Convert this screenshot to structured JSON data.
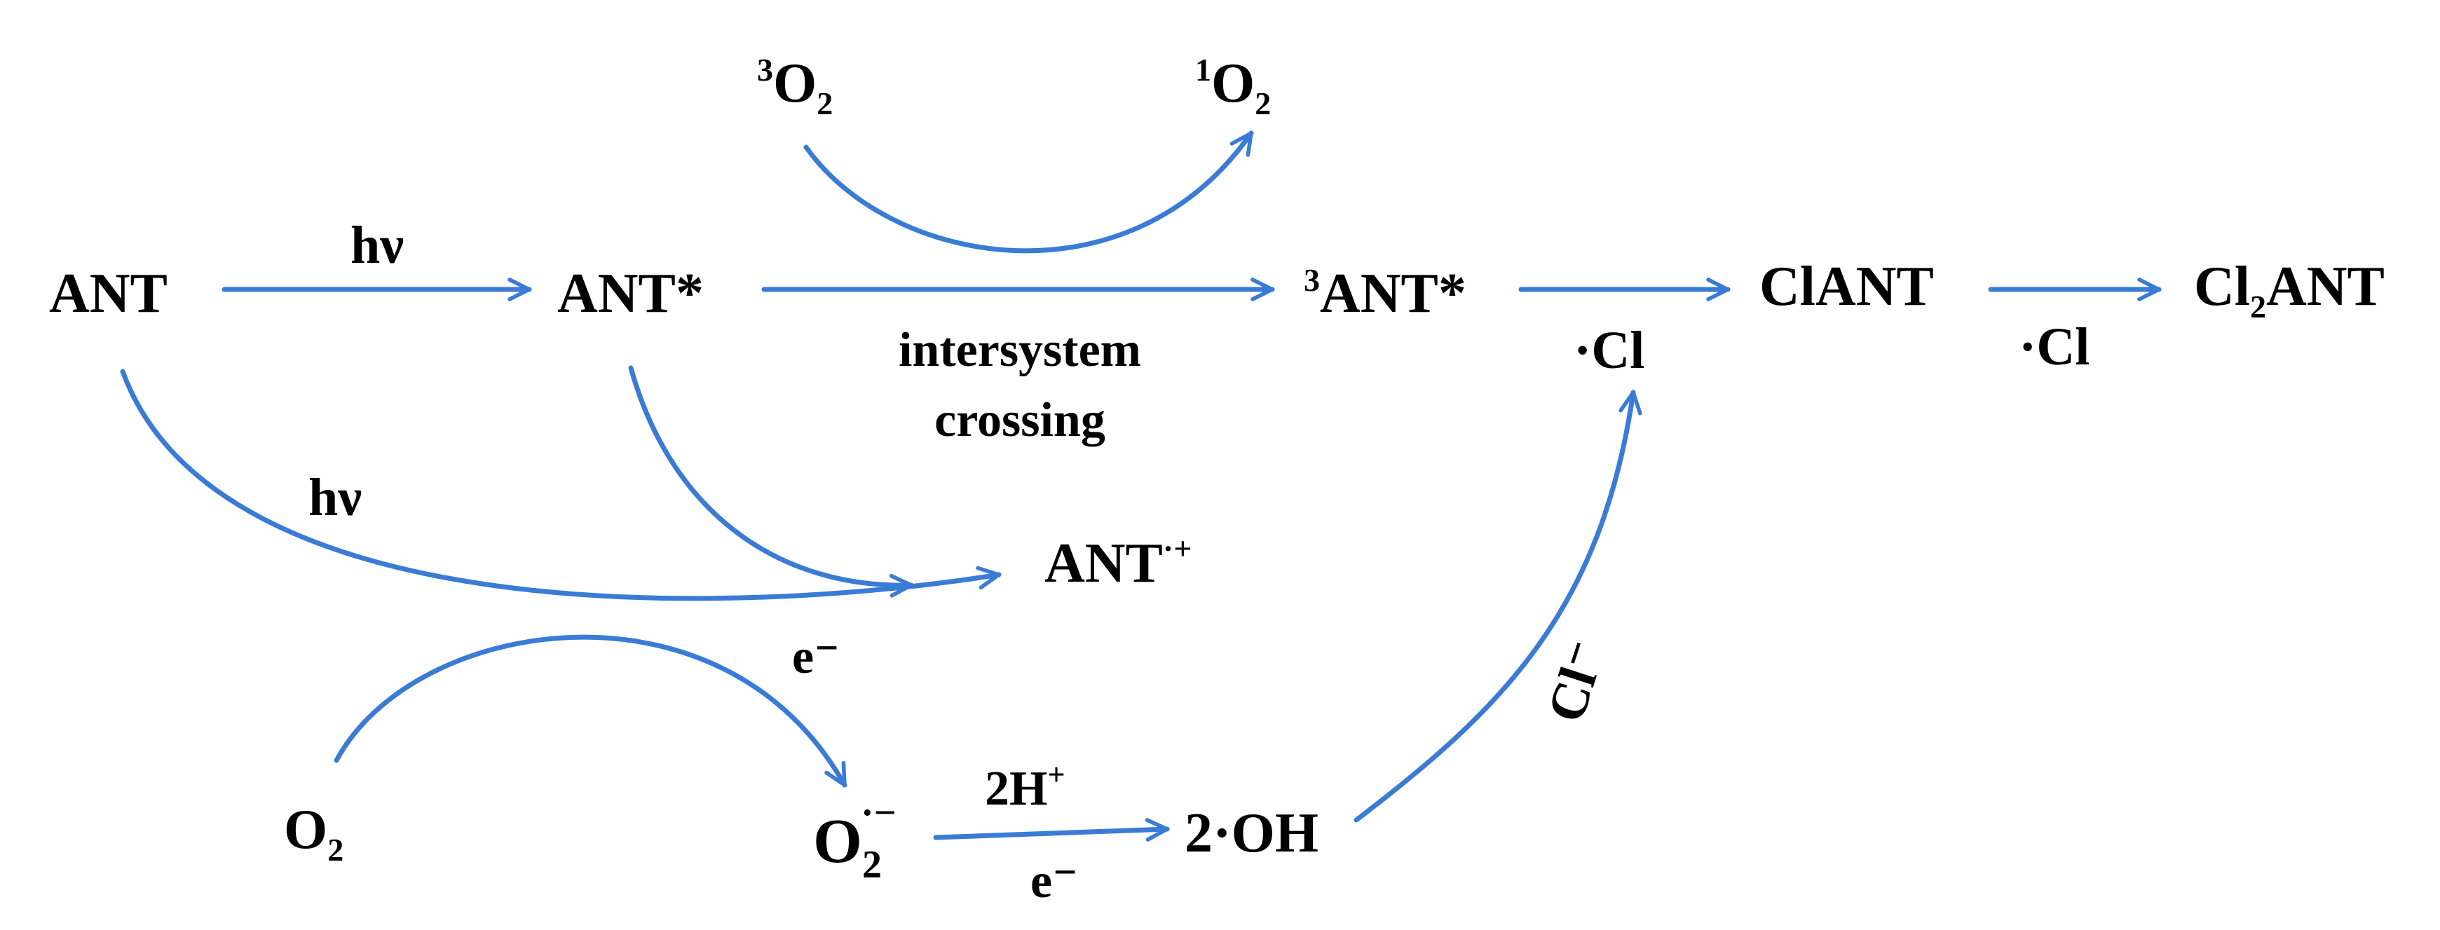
{
  "diagram": {
    "arrow_color": "#3A7BD5",
    "text_color": "#000000",
    "species": {
      "ant": "ANT",
      "ant_star": "ANT*",
      "triplet_sup": "3",
      "triplet_base": "ANT*",
      "clant": "ClANT",
      "cl2_pre": "Cl",
      "cl2_sub": "2",
      "cl2_post": "ANT",
      "o2_triplet_sup": "3",
      "o2_triplet_base": "O",
      "o2_triplet_sub": "2",
      "o2_singlet_sup": "1",
      "o2_singlet_base": "O",
      "o2_singlet_sub": "2",
      "cation_base": "ANT",
      "cation_sup": "·+",
      "o2_base": "O",
      "o2_sub": "2",
      "superoxide_base": "O",
      "superoxide_sub": "2",
      "superoxide_sup": "·−",
      "hydroxyl": "2·OH"
    },
    "labels": {
      "hv_top": "hν",
      "hv_left": "hν",
      "isc_line1": "intersystem",
      "isc_line2": "crossing",
      "cl_radical_1": "·Cl",
      "cl_radical_2": "·Cl",
      "electron_top": "e⁻",
      "protons_base": "2H",
      "protons_sup": "+",
      "electron_bottom": "e⁻",
      "chloride": "Cl⁻"
    }
  }
}
